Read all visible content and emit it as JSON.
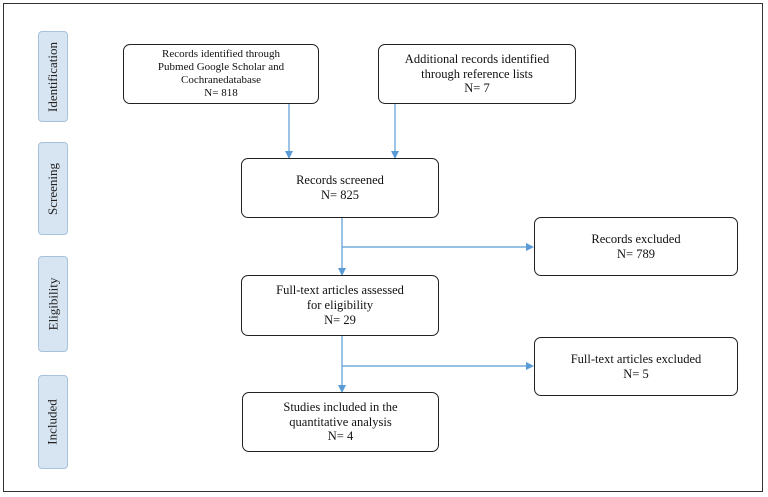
{
  "stages": [
    {
      "key": "identification",
      "label": "Identification"
    },
    {
      "key": "screening",
      "label": "Screening"
    },
    {
      "key": "eligibility",
      "label": "Eligibility"
    },
    {
      "key": "included",
      "label": "Included"
    }
  ],
  "boxes": {
    "records_identified": {
      "lines": [
        "Records identified through",
        "Pubmed Google Scholar and",
        "Cochranedatabase",
        "N= 818"
      ]
    },
    "additional_records": {
      "lines": [
        "Additional records identified",
        "through reference lists",
        "N= 7"
      ]
    },
    "records_screened": {
      "lines": [
        "Records screened",
        "N= 825"
      ]
    },
    "records_excluded": {
      "lines": [
        "Records excluded",
        "N= 789"
      ]
    },
    "fulltext_assessed": {
      "lines": [
        "Full-text articles assessed",
        "for eligibility",
        "N= 29"
      ]
    },
    "fulltext_excluded": {
      "lines": [
        "Full-text articles excluded",
        "N= 5"
      ]
    },
    "studies_included": {
      "lines": [
        "Studies included in the",
        "quantitative analysis",
        "N= 4"
      ]
    }
  },
  "colors": {
    "arrow": "#5b9bd5",
    "stage_fill": "#d7e4f2",
    "stage_border": "#a9c2dc",
    "box_border": "#222222"
  }
}
